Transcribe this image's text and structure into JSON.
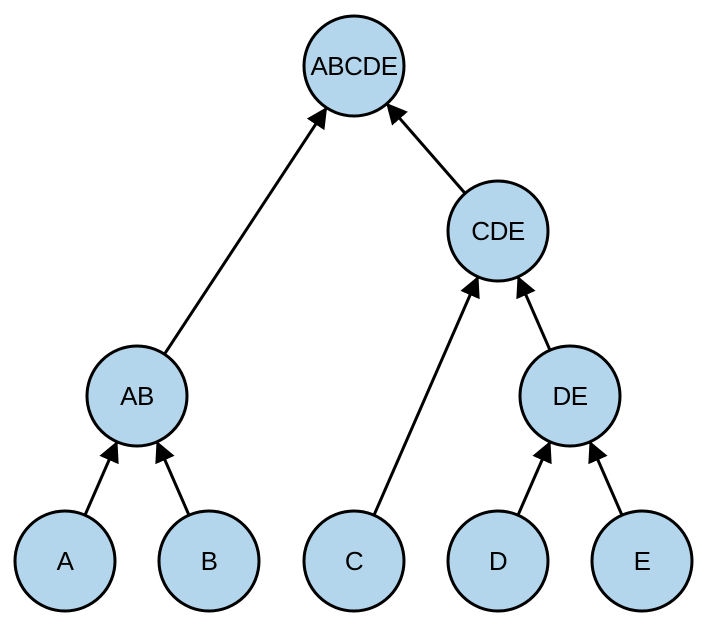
{
  "diagram": {
    "type": "tree",
    "colors": {
      "node_fill": "#b4d6ec",
      "node_stroke": "#000000",
      "edge": "#000000"
    },
    "nodes": [
      {
        "id": "ABCDE",
        "label": "ABCDE"
      },
      {
        "id": "AB",
        "label": "AB"
      },
      {
        "id": "CDE",
        "label": "CDE"
      },
      {
        "id": "DE",
        "label": "DE"
      },
      {
        "id": "A",
        "label": "A"
      },
      {
        "id": "B",
        "label": "B"
      },
      {
        "id": "C",
        "label": "C"
      },
      {
        "id": "D",
        "label": "D"
      },
      {
        "id": "E",
        "label": "E"
      }
    ],
    "edges": [
      {
        "from": "AB",
        "to": "ABCDE"
      },
      {
        "from": "CDE",
        "to": "ABCDE"
      },
      {
        "from": "A",
        "to": "AB"
      },
      {
        "from": "B",
        "to": "AB"
      },
      {
        "from": "C",
        "to": "CDE"
      },
      {
        "from": "DE",
        "to": "CDE"
      },
      {
        "from": "D",
        "to": "DE"
      },
      {
        "from": "E",
        "to": "DE"
      }
    ]
  }
}
